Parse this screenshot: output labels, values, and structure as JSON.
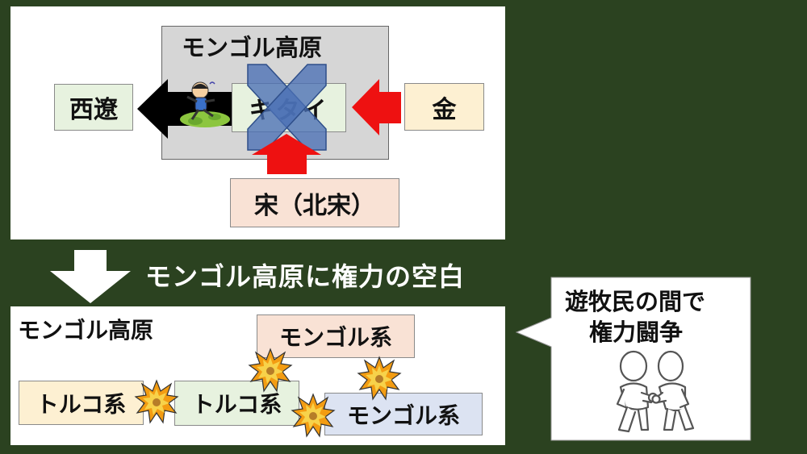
{
  "top": {
    "plateau_title": "モンゴル高原",
    "kitai": "キタイ",
    "xiliao": "西遼",
    "jin": "金",
    "song": "宋（北宋）"
  },
  "transition_text": "モンゴル高原に権力の空白",
  "bottom": {
    "title": "モンゴル高原",
    "mongol_1": "モンゴル系",
    "mongol_2": "モンゴル系",
    "turk_1": "トルコ系",
    "turk_2": "トルコ系"
  },
  "bubble": {
    "line1": "遊牧民の間で",
    "line2": "権力闘争"
  },
  "colors": {
    "background": "#2b4220",
    "arrow_red": "#ee1111",
    "cross_blue": "#4a6fb5",
    "plateau_gray": "#d6d6d6"
  }
}
